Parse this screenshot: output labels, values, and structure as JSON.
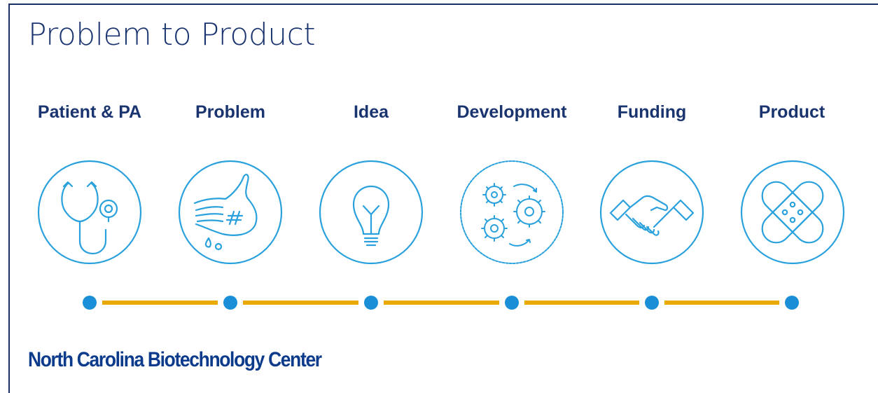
{
  "slide": {
    "title": "Problem to Product",
    "organization": "North Carolina Biotechnology Center"
  },
  "steps": [
    {
      "label": "Patient & PA",
      "icon": "stethoscope-icon"
    },
    {
      "label": "Problem",
      "icon": "hand-icon"
    },
    {
      "label": "Idea",
      "icon": "lightbulb-icon"
    },
    {
      "label": "Development",
      "icon": "gears-icon"
    },
    {
      "label": "Funding",
      "icon": "handshake-icon"
    },
    {
      "label": "Product",
      "icon": "bandage-icon"
    }
  ],
  "colors": {
    "title": "#1a3470",
    "icon_stroke": "#2aa1dc",
    "timeline_line": "#e9a900",
    "timeline_dot": "#1a8fd8",
    "organization": "#0d3b8c",
    "frame": "#1a2f66"
  }
}
